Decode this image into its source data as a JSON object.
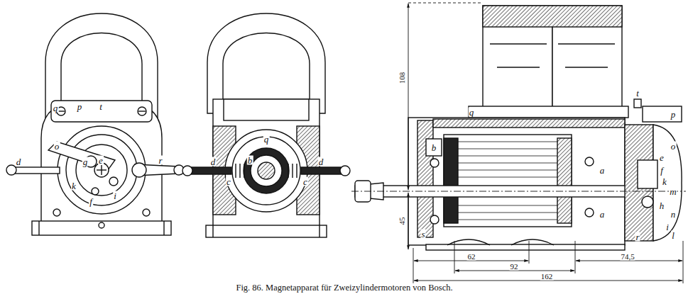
{
  "diagram": {
    "caption": "Fig. 86. Magnetapparat für Zweizylindermotoren von Bosch.",
    "labels": [
      "q",
      "p",
      "t",
      "o",
      "d",
      "g",
      "e",
      "k",
      "f",
      "r",
      "i",
      "q",
      "d",
      "b",
      "c",
      "c",
      "d",
      "108",
      "45",
      "q",
      "t",
      "p",
      "o",
      "b",
      "a",
      "a",
      "e",
      "f",
      "k",
      "m",
      "h",
      "n",
      "i",
      "l",
      "r",
      "s",
      "62",
      "92",
      "74,5",
      "162"
    ]
  }
}
